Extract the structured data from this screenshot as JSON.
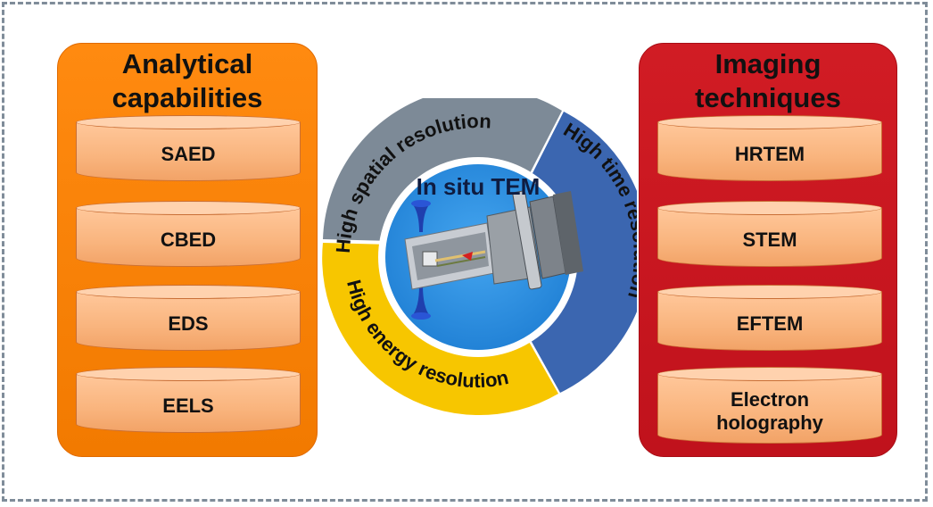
{
  "left_panel": {
    "title_line1": "Analytical",
    "title_line2": "capabilities",
    "color": "#f27a00",
    "items": [
      "SAED",
      "CBED",
      "EDS",
      "EELS"
    ]
  },
  "right_panel": {
    "title_line1": "Imaging",
    "title_line2": "techniques",
    "color": "#c0121c",
    "items": [
      "HRTEM",
      "STEM",
      "EFTEM",
      "Electron\nholography"
    ]
  },
  "center": {
    "title": "In situ TEM",
    "arc_top": "High spatial resolution",
    "arc_right": "High time resolution",
    "arc_bottom": "High energy resolution",
    "colors": {
      "top": "#7d8a97",
      "right": "#3b66b0",
      "bottom": "#f7c600",
      "core": "#2b8fe0"
    }
  }
}
